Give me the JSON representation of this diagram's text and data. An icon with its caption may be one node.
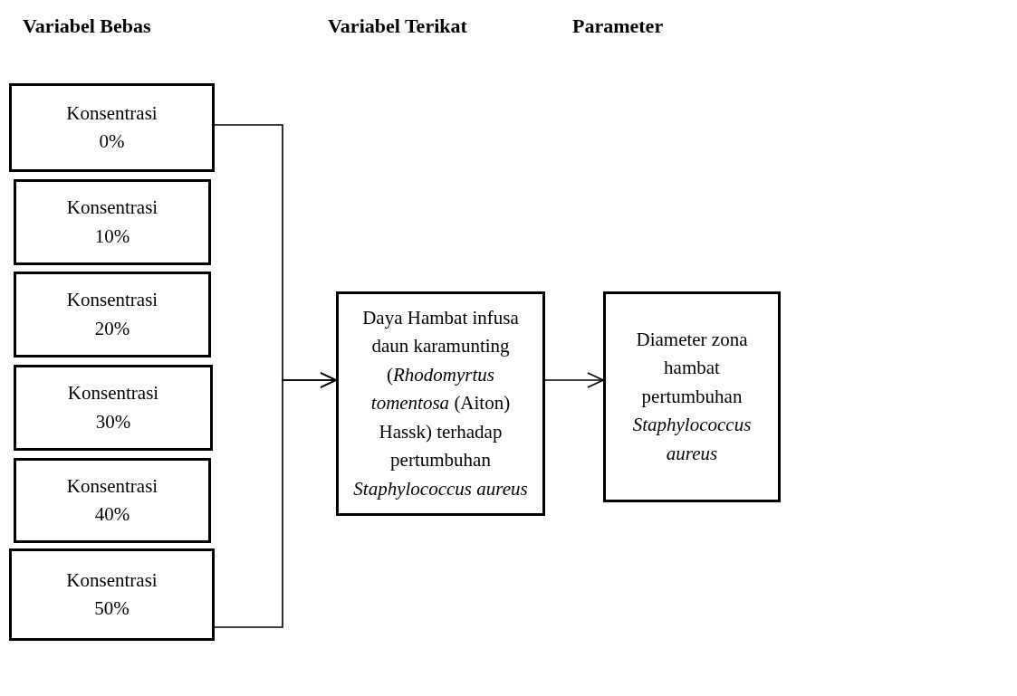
{
  "diagram": {
    "nodes": [
      {
        "text": [
          "Konsentrasi 0%"
        ]
      },
      {
        "text": [
          "Konsentrasi 10%"
        ]
      },
      {
        "text": [
          "Konsentrasi 20%"
        ]
      },
      {
        "text": [
          "Konsentrasi 30%"
        ]
      },
      {
        "text": [
          "Konsentrasi 40%"
        ]
      },
      {
        "text": [
          "Konsentrasi 50%"
        ]
      },
      {
        "text": [
          "Daya Hambat infusa daun karamunting (*Rhodomyrtus tomentosa* (Aiton) Hassk) terhadap pertumbuhan *Staphylococcus aureus*"
        ]
      },
      {
        "text": [
          "Diameter zona hambat pertumbuhan *Staphylococcus aureus*"
        ]
      }
    ],
    "edges": [
      {
        "from": 0,
        "to": 6,
        "arrow": "to"
      },
      {
        "from": 5,
        "to": 6,
        "arrow": "to"
      },
      {
        "from": 6,
        "to": 7,
        "arrow": "to"
      }
    ],
    "labels": [
      "Variabel Bebas",
      "Variabel Terikat",
      "Parameter"
    ]
  }
}
